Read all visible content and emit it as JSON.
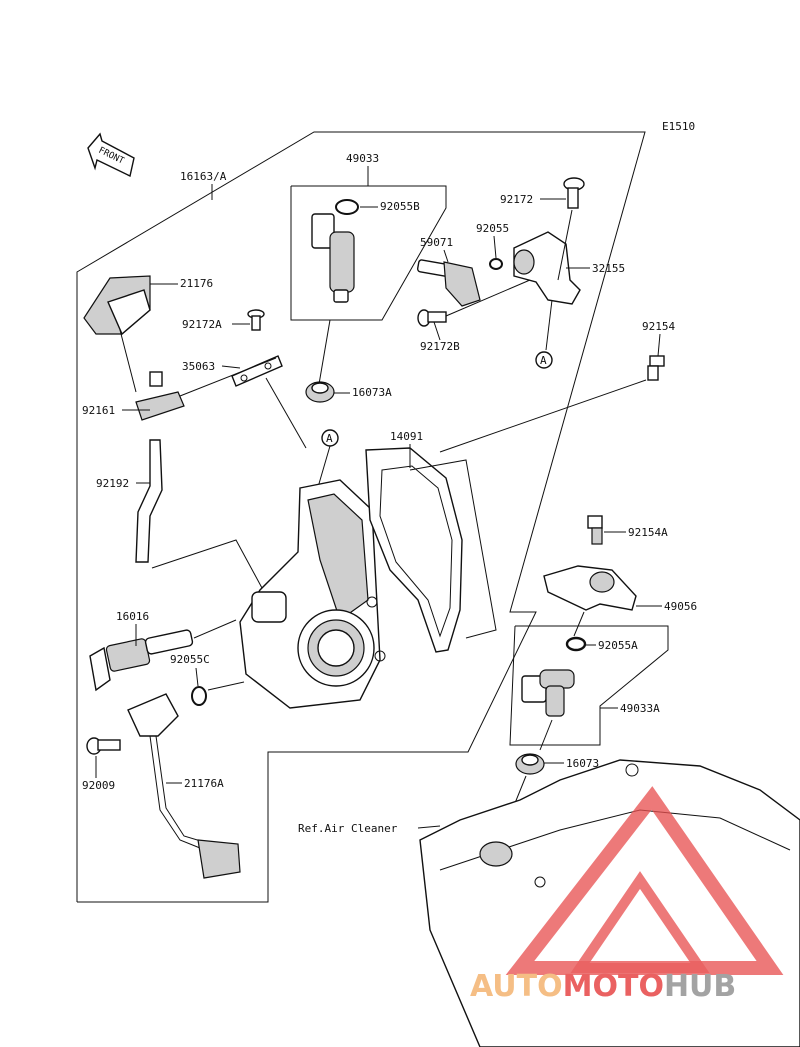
{
  "diagram_code": "E1510",
  "front_label": "FRONT",
  "ref_label": "Ref.Air Cleaner",
  "callout_a": "A",
  "parts": {
    "p16163": "16163/A",
    "p49033": "49033",
    "p92055B": "92055B",
    "p21176": "21176",
    "p92172A": "92172A",
    "p35063": "35063",
    "p92161": "92161",
    "p92192": "92192",
    "p16073A": "16073A",
    "p14091": "14091",
    "p59071": "59071",
    "p92055": "92055",
    "p92172": "92172",
    "p32155": "32155",
    "p92172B": "92172B",
    "p92154": "92154",
    "p92154A": "92154A",
    "p49056": "49056",
    "p92055A": "92055A",
    "p49033A": "49033A",
    "p16073": "16073",
    "p16016": "16016",
    "p92055C": "92055C",
    "p92009": "92009",
    "p21176A": "21176A"
  },
  "watermark": {
    "part1": "AUTO",
    "part2": "MOTO",
    "part3": "HUB",
    "color_orange": "#f4b878",
    "color_red": "#e85050",
    "color_gray": "#9a9a9a"
  }
}
